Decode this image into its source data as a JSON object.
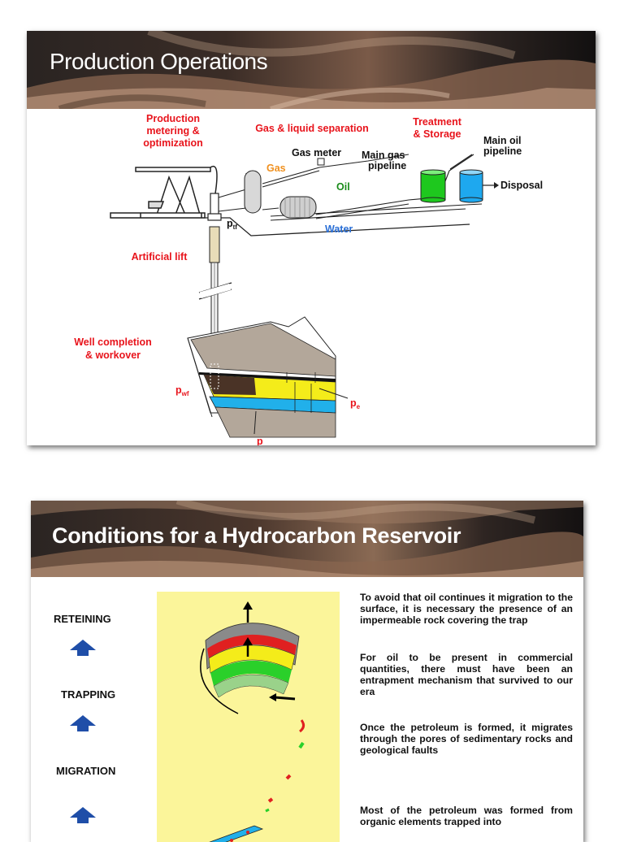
{
  "slide1": {
    "title": "Production Operations",
    "labels": {
      "production_metering": [
        "Production",
        "metering &",
        "optimization"
      ],
      "gas_liquid_separation": "Gas & liquid separation",
      "treatment_storage": [
        "Treatment",
        "& Storage"
      ],
      "main_oil_pipeline": [
        "Main oil",
        "pipeline"
      ],
      "gas_meter": "Gas meter",
      "main_gas_pipeline": [
        "Main gas",
        "pipeline"
      ],
      "gas": "Gas",
      "oil": "Oil",
      "disposal": "Disposal",
      "water": "Water",
      "ptf_main": "p",
      "ptf_sub": "tf",
      "artificial_lift": "Artificial lift",
      "well_completion": [
        "Well completion",
        "& workover"
      ],
      "pwf_main": "p",
      "pwf_sub": "wf",
      "pe_main": "p",
      "pe_sub": "e",
      "p": "p"
    },
    "colors": {
      "red": "#e8141c",
      "orange": "#f0901e",
      "green": "#1a8c1a",
      "blue": "#2a6fd6",
      "storage_green": "#1ec81e",
      "storage_blue": "#1ea8ef"
    }
  },
  "slide2": {
    "title": "Conditions for a Hydrocarbon Reservoir",
    "steps": [
      "RETEINING",
      "TRAPPING",
      "MIGRATION"
    ],
    "paragraphs": [
      "To avoid that oil continues it migration to the surface, it is necessary the presence of an impermeable rock covering the trap",
      "For oil to be present in commercial quantities, there must have been an entrapment mechanism that survived to our era",
      "Once the petroleum is formed, it migrates through the pores of sedimentary rocks and geological faults",
      "Most of the petroleum was formed from organic elements trapped into"
    ],
    "colors": {
      "arrow": "#1f4ea8",
      "panel": "#fbf59a"
    }
  }
}
